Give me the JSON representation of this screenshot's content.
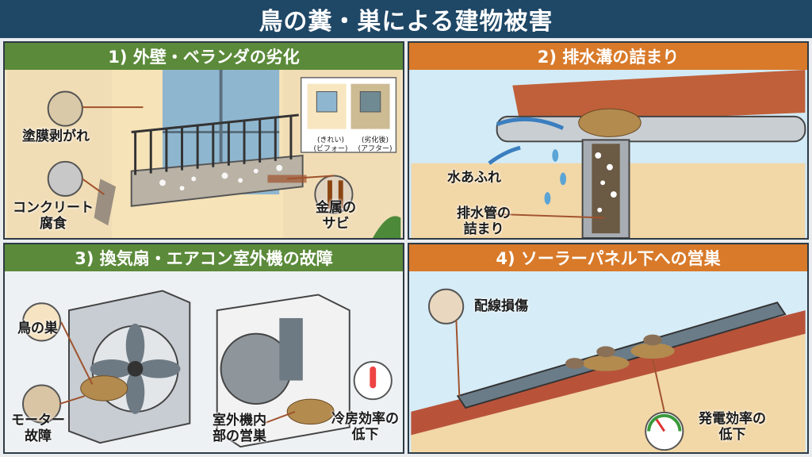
{
  "title": "鳥の糞・巣による建物被害",
  "panels": {
    "p1": {
      "heading": "1) 外壁・ベランダの劣化",
      "labels": {
        "peeling": "塗膜剥がれ",
        "concrete": "コンクリート\n腐食",
        "rust": "金属の\nサビ",
        "before": "(きれい)\n(ビフォー)",
        "after": "(劣化後)\n(アフター)"
      }
    },
    "p2": {
      "heading": "2) 排水溝の詰まり",
      "labels": {
        "overflow": "水あふれ",
        "pipe": "排水管の\n詰まり"
      }
    },
    "p3": {
      "heading": "3) 換気扇・エアコン室外機の故障",
      "labels": {
        "nest": "鳥の巣",
        "motor": "モーター\n故障",
        "outdoor": "室外機内\n部の営巣",
        "cooling": "冷房効率の\n低下"
      }
    },
    "p4": {
      "heading": "4) ソーラーパネル下への営巣",
      "labels": {
        "wiring": "配線損傷",
        "efficiency": "発電効率の\n低下"
      }
    }
  },
  "colors": {
    "title_bg": "#1f4766",
    "green_header": "#5b8a3a",
    "orange_header": "#d87a2a"
  }
}
